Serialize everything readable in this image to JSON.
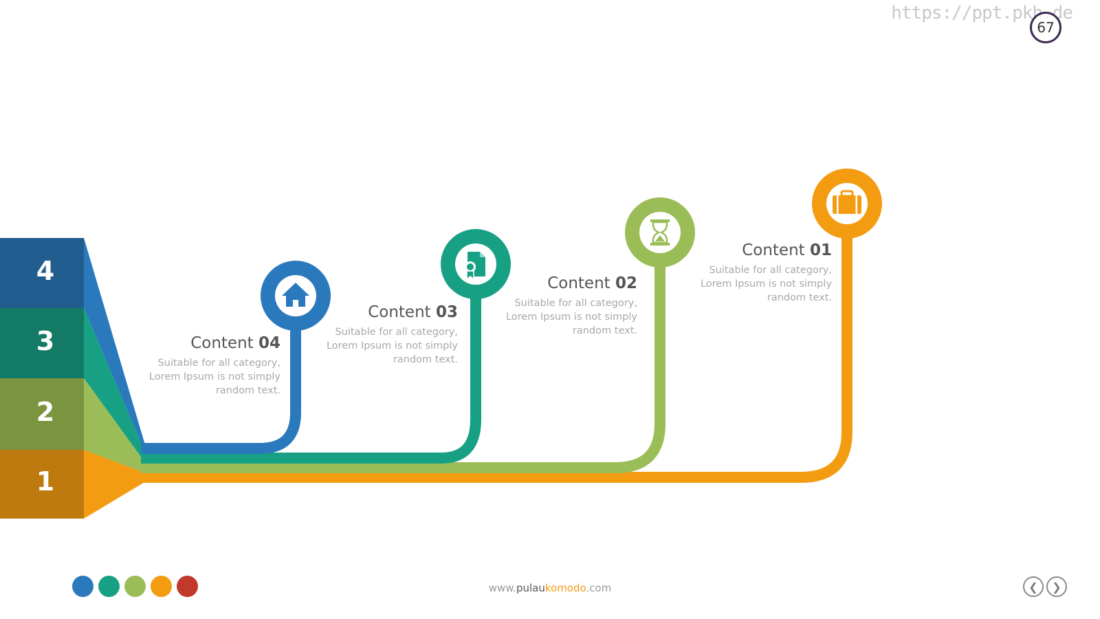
{
  "header": {
    "watermark": "https://ppt.pkh.de",
    "page_number": "67"
  },
  "steps": [
    {
      "number": "4",
      "color": "#2b79bd",
      "dark": "#225d8f"
    },
    {
      "number": "3",
      "color": "#17a083",
      "dark": "#137a65"
    },
    {
      "number": "2",
      "color": "#9bbd57",
      "dark": "#7a9440"
    },
    {
      "number": "1",
      "color": "#f39c12",
      "dark": "#bf7a0f"
    }
  ],
  "contents": [
    {
      "prefix": "Content ",
      "num": "04",
      "line1": "Suitable for all category,",
      "line2": "Lorem Ipsum is not simply",
      "line3": "random text.",
      "icon": "home-icon",
      "color": "#2b79bd"
    },
    {
      "prefix": "Content ",
      "num": "03",
      "line1": "Suitable for all category,",
      "line2": "Lorem Ipsum is not simply",
      "line3": "random text.",
      "icon": "certificate-icon",
      "color": "#17a083"
    },
    {
      "prefix": "Content ",
      "num": "02",
      "line1": "Suitable for all category,",
      "line2": "Lorem Ipsum is not simply",
      "line3": "random text.",
      "icon": "hourglass-icon",
      "color": "#9bbd57"
    },
    {
      "prefix": "Content ",
      "num": "01",
      "line1": "Suitable for all category,",
      "line2": "Lorem Ipsum is not simply",
      "line3": "random text.",
      "icon": "briefcase-icon",
      "color": "#f39c12"
    }
  ],
  "footer": {
    "url_prefix": "www.",
    "url_brand1": "pulau",
    "url_brand2": "komodo",
    "url_suffix": ".com",
    "dot_colors": [
      "#2b79bd",
      "#17a083",
      "#9bbd57",
      "#f39c12",
      "#c0392b"
    ],
    "prev_symbol": "❮",
    "next_symbol": "❯"
  }
}
